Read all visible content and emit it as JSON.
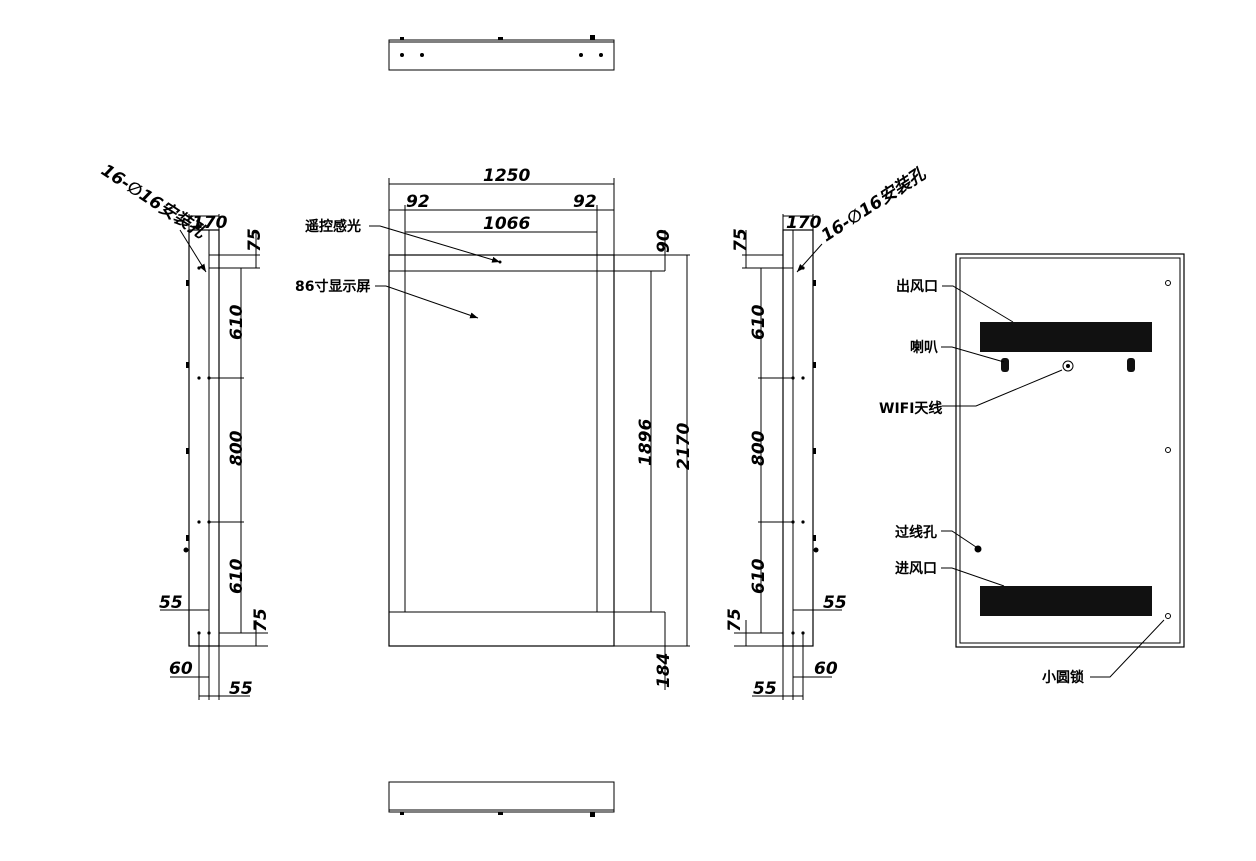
{
  "dimensions": {
    "w1250": "1250",
    "w92a": "92",
    "w92b": "92",
    "w1066": "1066",
    "h90": "90",
    "h1896": "1896",
    "h2170": "2170",
    "h184": "184",
    "side_170": "170",
    "side_75_top": "75",
    "side_610_top": "610",
    "side_800": "800",
    "side_610_bottom": "610",
    "side_75_bottom": "75",
    "side_55_upper": "55",
    "side_60": "60",
    "side_55_lower": "55"
  },
  "labels": {
    "mount_holes": "16-∅16安装孔",
    "ir_sensor": "遥控感光",
    "display": "86寸显示屏",
    "air_outlet": "出风口",
    "speaker": "喇叭",
    "wifi_antenna": "WIFI天线",
    "cable_hole": "过线孔",
    "air_inlet": "进风口",
    "lock": "小圆锁"
  }
}
